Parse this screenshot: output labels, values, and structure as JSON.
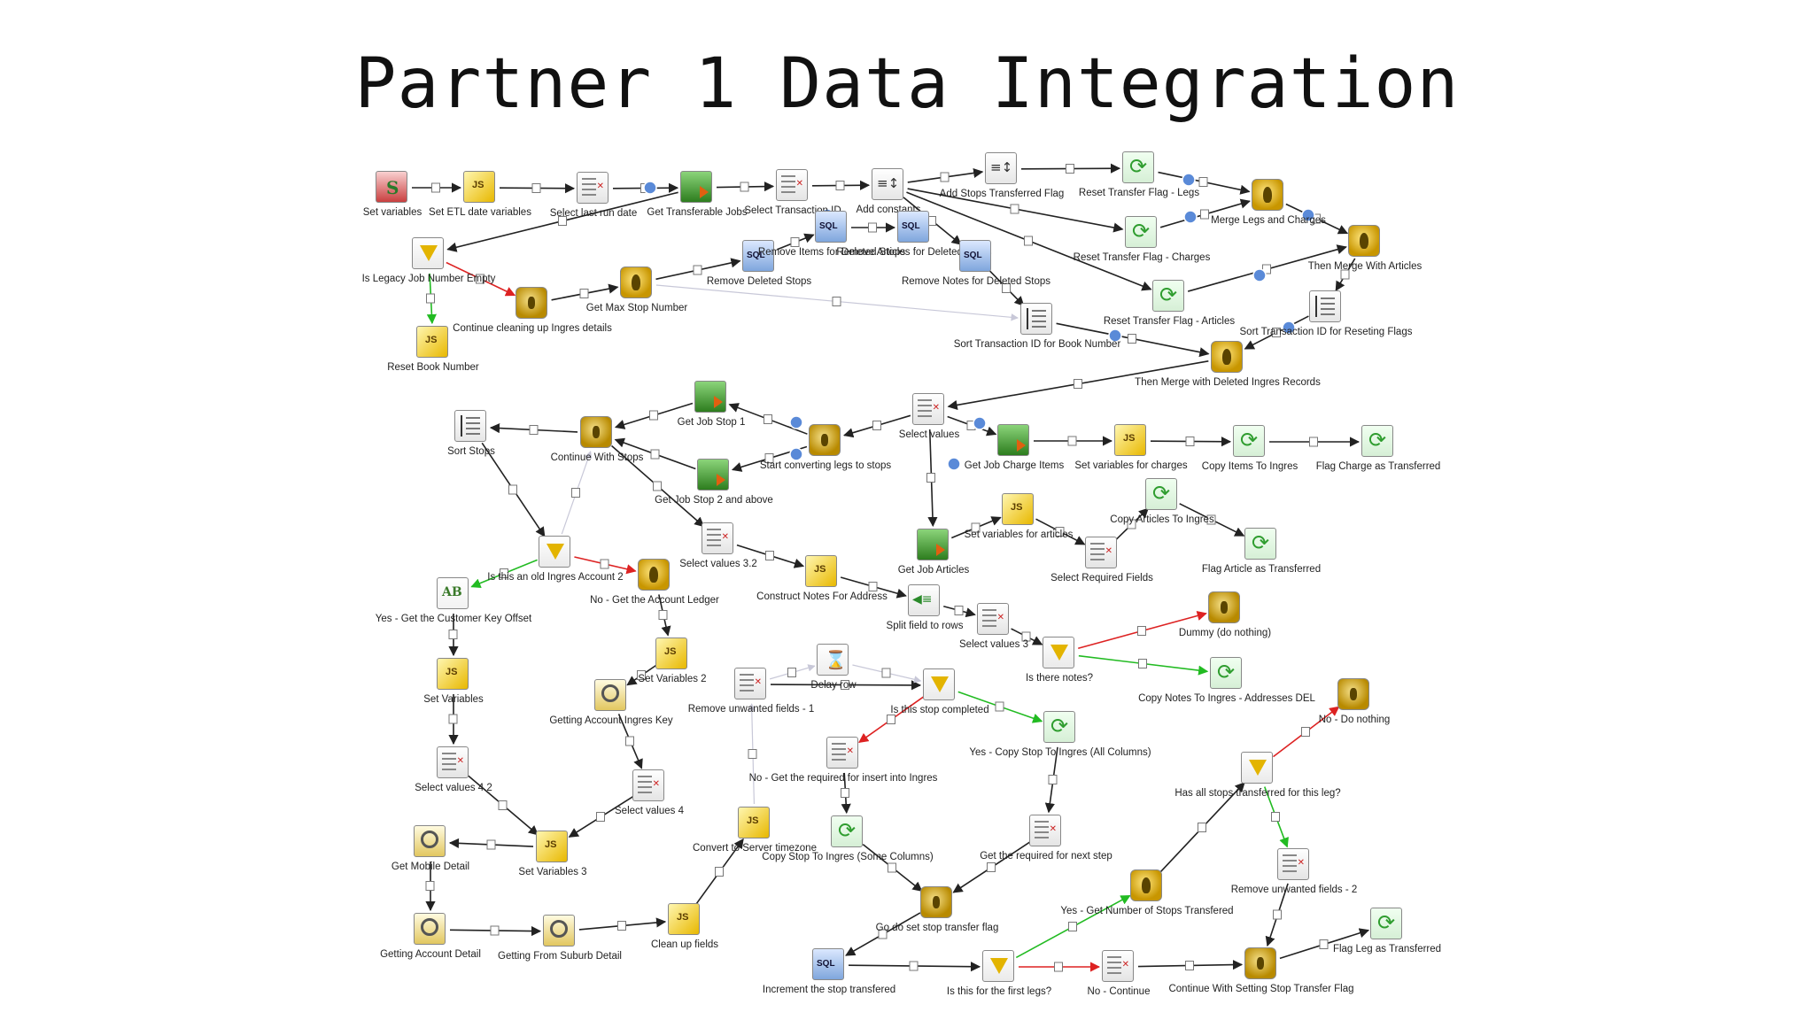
{
  "title": "Partner 1 Data Integration",
  "nodes": [
    {
      "id": "n1",
      "label": "Set variables",
      "type": "start"
    },
    {
      "id": "n2",
      "label": "Set ETL date variables",
      "type": "js"
    },
    {
      "id": "n3",
      "label": "Select last run date",
      "type": "sel"
    },
    {
      "id": "n4",
      "label": "Get Transferable Jobs",
      "type": "db"
    },
    {
      "id": "n5",
      "label": "Select Transaction ID",
      "type": "sel"
    },
    {
      "id": "n6",
      "label": "Add constants",
      "type": "reset"
    },
    {
      "id": "n7",
      "label": "Add Stops Transferred Flag",
      "type": "reset"
    },
    {
      "id": "n8",
      "label": "Reset Transfer Flag - Legs",
      "type": "update"
    },
    {
      "id": "n9",
      "label": "Merge Legs and Charges",
      "type": "merge"
    },
    {
      "id": "n10",
      "label": "Reset Transfer Flag - Charges",
      "type": "update"
    },
    {
      "id": "n11",
      "label": "Then Merge With Articles",
      "type": "merge"
    },
    {
      "id": "n12",
      "label": "Is Legacy Job Number Empty",
      "type": "filter"
    },
    {
      "id": "n13",
      "label": "Continue cleaning up Ingres details",
      "type": "dummy"
    },
    {
      "id": "n14",
      "label": "Get Max Stop Number",
      "type": "merge"
    },
    {
      "id": "n15",
      "label": "Remove Deleted Stops",
      "type": "sql"
    },
    {
      "id": "n16",
      "label": "Remove Items for Deleted Stops",
      "type": "sql"
    },
    {
      "id": "n17",
      "label": "Remove Articles for Deleted Stops",
      "type": "sql"
    },
    {
      "id": "n18",
      "label": "Remove Notes for Deleted Stops",
      "type": "sql"
    },
    {
      "id": "n19",
      "label": "Reset Transfer Flag - Articles",
      "type": "update"
    },
    {
      "id": "n20",
      "label": "Sort Transaction ID for Reseting Flags",
      "type": "sort"
    },
    {
      "id": "n21",
      "label": "Sort Transaction ID for Book Number",
      "type": "sort"
    },
    {
      "id": "n22",
      "label": "Then Merge with Deleted Ingres Records",
      "type": "merge"
    },
    {
      "id": "n23",
      "label": "Reset Book Number",
      "type": "js"
    },
    {
      "id": "n24",
      "label": "Sort Stops",
      "type": "sort"
    },
    {
      "id": "n25",
      "label": "Continue With Stops",
      "type": "dummy"
    },
    {
      "id": "n26",
      "label": "Get Job Stop 1",
      "type": "db"
    },
    {
      "id": "n27",
      "label": "Start converting legs to stops",
      "type": "dummy"
    },
    {
      "id": "n28",
      "label": "Get Job Stop 2 and above",
      "type": "db"
    },
    {
      "id": "n29",
      "label": "Select values",
      "type": "sel"
    },
    {
      "id": "n30",
      "label": "Get Job Charge Items",
      "type": "db"
    },
    {
      "id": "n31",
      "label": "Set variables for charges",
      "type": "js"
    },
    {
      "id": "n32",
      "label": "Copy Items To Ingres",
      "type": "update"
    },
    {
      "id": "n33",
      "label": "Flag Charge as Transferred",
      "type": "update"
    },
    {
      "id": "n34",
      "label": "Set variables for articles",
      "type": "js"
    },
    {
      "id": "n35",
      "label": "Copy Articles To Ingres",
      "type": "update"
    },
    {
      "id": "n36",
      "label": "Select Required Fields",
      "type": "sel"
    },
    {
      "id": "n37",
      "label": "Flag Article as Transferred",
      "type": "update"
    },
    {
      "id": "n38",
      "label": "Get Job Articles",
      "type": "db"
    },
    {
      "id": "n39",
      "label": "Select values 3.2",
      "type": "sel"
    },
    {
      "id": "n40",
      "label": "Construct Notes For Address",
      "type": "js"
    },
    {
      "id": "n41",
      "label": "Split field to rows",
      "type": "split"
    },
    {
      "id": "n42",
      "label": "Select values 3",
      "type": "sel"
    },
    {
      "id": "n43",
      "label": "Is there notes?",
      "type": "filter"
    },
    {
      "id": "n44",
      "label": "Dummy (do nothing)",
      "type": "dummy"
    },
    {
      "id": "n45",
      "label": "Copy Notes To Ingres - Addresses DEL",
      "type": "update"
    },
    {
      "id": "n46",
      "label": "Is this an old Ingres Account 2",
      "type": "filter"
    },
    {
      "id": "n47",
      "label": "No - Get the Account Ledger",
      "type": "merge"
    },
    {
      "id": "n48",
      "label": "Yes - Get the Customer Key Offset",
      "type": "ab"
    },
    {
      "id": "n49",
      "label": "Set Variables 2",
      "type": "js"
    },
    {
      "id": "n50",
      "label": "Set Variables",
      "type": "js"
    },
    {
      "id": "n51",
      "label": "Getting Account Ingres Key",
      "type": "lookup"
    },
    {
      "id": "n52",
      "label": "Select values 4",
      "type": "sel"
    },
    {
      "id": "n53",
      "label": "Select values 4.2",
      "type": "sel"
    },
    {
      "id": "n54",
      "label": "Set Variables 3",
      "type": "js"
    },
    {
      "id": "n55",
      "label": "Get Mobile Detail",
      "type": "lookup"
    },
    {
      "id": "n56",
      "label": "Getting Account Detail",
      "type": "lookup"
    },
    {
      "id": "n57",
      "label": "Getting From Suburb Detail",
      "type": "lookup"
    },
    {
      "id": "n58",
      "label": "Clean up fields",
      "type": "js"
    },
    {
      "id": "n59",
      "label": "Convert to Server timezone",
      "type": "js"
    },
    {
      "id": "n60",
      "label": "Remove unwanted fields - 1",
      "type": "sel"
    },
    {
      "id": "n61",
      "label": "Delay row",
      "type": "delay"
    },
    {
      "id": "n62",
      "label": "Is this stop completed",
      "type": "filter"
    },
    {
      "id": "n63",
      "label": "Yes - Copy Stop To Ingres (All Columns)",
      "type": "update"
    },
    {
      "id": "n64",
      "label": "No - Get the required for insert into Ingres",
      "type": "sel"
    },
    {
      "id": "n65",
      "label": "Copy Stop To Ingres (Some Columns)",
      "type": "update"
    },
    {
      "id": "n66",
      "label": "Get the required for next step",
      "type": "sel"
    },
    {
      "id": "n67",
      "label": "Go do set stop transfer flag",
      "type": "dummy"
    },
    {
      "id": "n68",
      "label": "Increment the stop transfered",
      "type": "sql"
    },
    {
      "id": "n69",
      "label": "Is this for the first legs?",
      "type": "filter"
    },
    {
      "id": "n70",
      "label": "No - Continue",
      "type": "sel"
    },
    {
      "id": "n71",
      "label": "Continue With Setting Stop Transfer Flag",
      "type": "dummy"
    },
    {
      "id": "n72",
      "label": "Yes - Get Number of Stops Transfered",
      "type": "merge"
    },
    {
      "id": "n73",
      "label": "Has all stops transferred for this leg?",
      "type": "filter"
    },
    {
      "id": "n74",
      "label": "No - Do nothing",
      "type": "dummy"
    },
    {
      "id": "n75",
      "label": "Remove unwanted fields - 2",
      "type": "sel"
    },
    {
      "id": "n76",
      "label": "Flag Leg as Transferred",
      "type": "update"
    }
  ],
  "colors": {
    "hop_normal": "#222222",
    "hop_true": "#22bb22",
    "hop_false": "#dd2222",
    "hop_disabled": "#c8c8d8",
    "info_badge": "#5a8ad8",
    "copy_badge": "#777777"
  }
}
